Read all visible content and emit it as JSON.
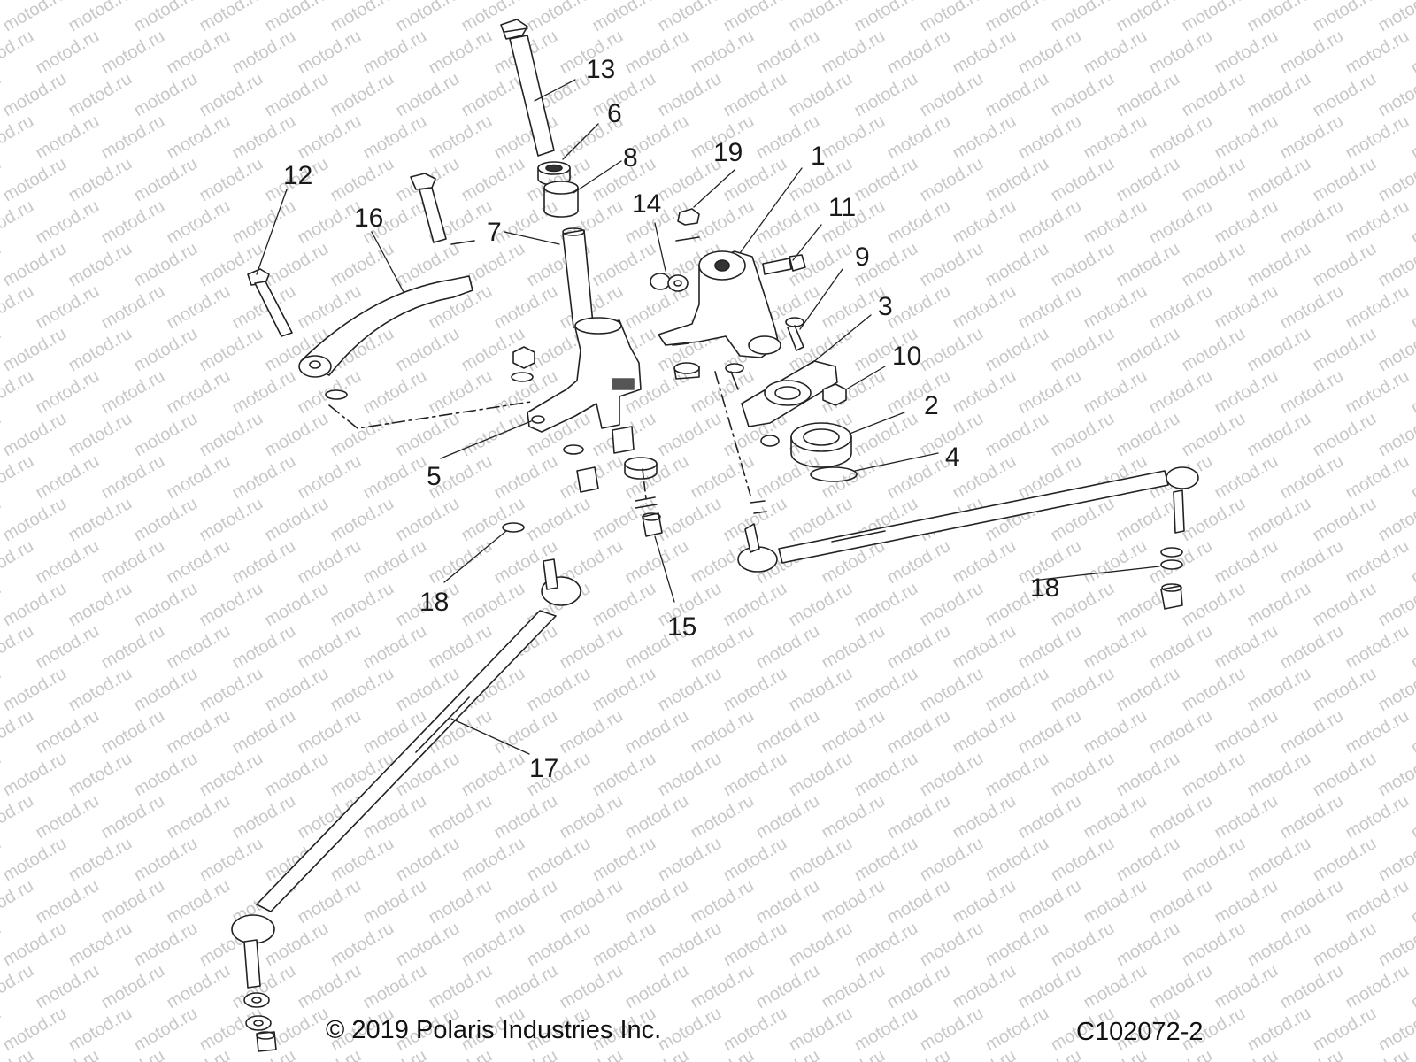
{
  "watermark": "motod.ru",
  "copyright": "© 2019 Polaris Industries Inc.",
  "diagram_id": "C102072-2",
  "callouts": [
    {
      "id": "1",
      "label": "1"
    },
    {
      "id": "2",
      "label": "2"
    },
    {
      "id": "3",
      "label": "3"
    },
    {
      "id": "4",
      "label": "4"
    },
    {
      "id": "5",
      "label": "5"
    },
    {
      "id": "6",
      "label": "6"
    },
    {
      "id": "7",
      "label": "7"
    },
    {
      "id": "8",
      "label": "8"
    },
    {
      "id": "9",
      "label": "9"
    },
    {
      "id": "10",
      "label": "10"
    },
    {
      "id": "11",
      "label": "11"
    },
    {
      "id": "12",
      "label": "12"
    },
    {
      "id": "13",
      "label": "13"
    },
    {
      "id": "14",
      "label": "14"
    },
    {
      "id": "15",
      "label": "15"
    },
    {
      "id": "16",
      "label": "16"
    },
    {
      "id": "17",
      "label": "17"
    },
    {
      "id": "18a",
      "label": "18"
    },
    {
      "id": "18b",
      "label": "18"
    },
    {
      "id": "19",
      "label": "19"
    }
  ]
}
